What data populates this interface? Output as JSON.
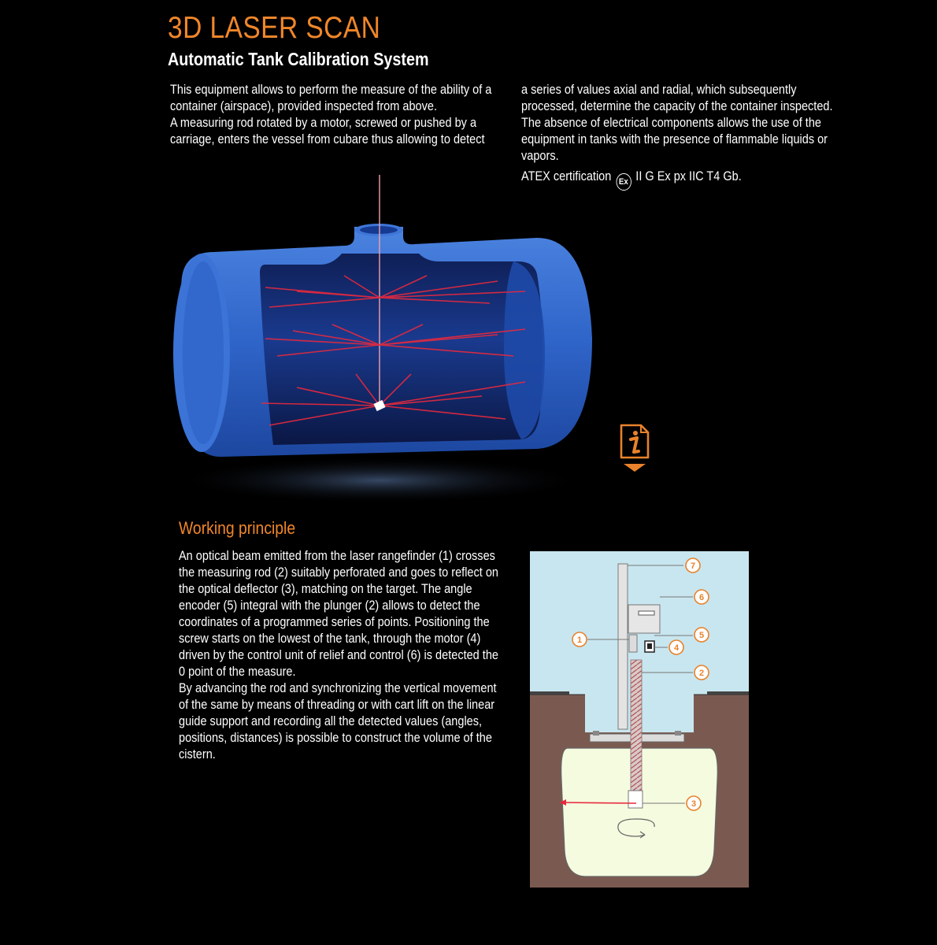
{
  "header": {
    "title": "3D LASER SCAN",
    "subtitle": "Automatic Tank Calibration System"
  },
  "intro": {
    "left_paragraphs": [
      "This equipment allows to perform the measure of the ability of a container (airspace), provided inspected from above.",
      "A measuring rod rotated by a motor, screwed or pushed by a carriage, enters the vessel from cubare thus allowing to detect"
    ],
    "right_paragraphs": [
      "a series of values axial and radial, which subsequently processed, determine the capacity of the container inspected.",
      "The absence of electrical components allows the use of the equipment in tanks with the presence of flammable liquids or vapors."
    ],
    "atex_prefix": "ATEX certification",
    "atex_icon_label": "Ex",
    "atex_suffix": "II G Ex px IIC T4 Gb."
  },
  "info_button": {
    "icon": "info-icon",
    "arrow_icon": "triangle-down-icon"
  },
  "working_principle": {
    "title": "Working principle",
    "paragraphs": [
      "An optical beam emitted from the laser rangefinder (1) crosses the measuring rod (2) suitably perforated and goes to reflect on the optical deflector (3), matching on the target. The angle encoder (5) integral with the plunger (2) allows to detect the coordinates of a programmed series of points. Positioning the screw starts on the lowest of the tank, through the motor (4) driven by the control unit of relief and control (6) is detected the 0 point of the measure.",
      "By advancing the rod and synchronizing the vertical movement of the same by means of threading or with cart lift on the linear guide support and recording all the detected values (angles, positions, distances) is possible to construct the volume of the cistern."
    ]
  },
  "diagram_labels": [
    "1",
    "2",
    "3",
    "4",
    "5",
    "6",
    "7"
  ],
  "colors": {
    "accent": "#f0862a",
    "tank_blue": "#2f64c8",
    "laser_red": "#e8293d",
    "sky": "#c8e6ef",
    "soil": "#7a5a50",
    "cistern": "#f5fbdf"
  }
}
